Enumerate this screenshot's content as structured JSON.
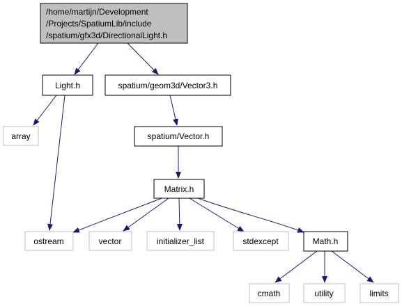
{
  "colors": {
    "root_fill": "#bfbfbf",
    "node_border": "#000000",
    "external_border": "#bfbfbf",
    "edge": "#191970"
  },
  "nodes": {
    "root": {
      "lines": [
        "/home/martijn/Development",
        "/Projects/SpatiumLib/include",
        "/spatium/gfx3d/DirectionalLight.h"
      ]
    },
    "light_h": {
      "label": "Light.h"
    },
    "vector3_h": {
      "label": "spatium/geom3d/Vector3.h"
    },
    "array": {
      "label": "array"
    },
    "vector_h": {
      "label": "spatium/Vector.h"
    },
    "matrix_h": {
      "label": "Matrix.h"
    },
    "ostream": {
      "label": "ostream"
    },
    "vector": {
      "label": "vector"
    },
    "initializer_list": {
      "label": "initializer_list"
    },
    "stdexcept": {
      "label": "stdexcept"
    },
    "math_h": {
      "label": "Math.h"
    },
    "cmath": {
      "label": "cmath"
    },
    "utility": {
      "label": "utility"
    },
    "limits": {
      "label": "limits"
    }
  }
}
